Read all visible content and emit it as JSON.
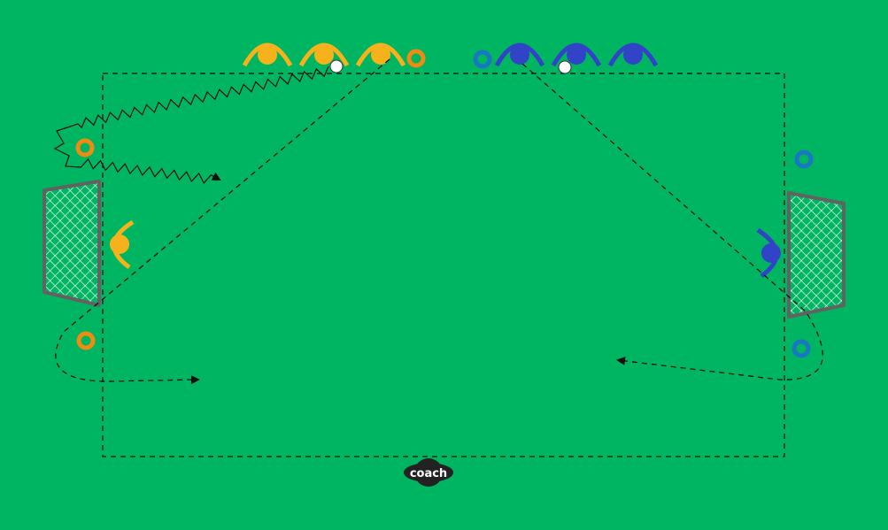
{
  "diagram": {
    "colors": {
      "pitch": "#00b561",
      "team_orange": "#f7b21b",
      "cone_orange": "#ef8a12",
      "team_blue": "#3144c8",
      "cone_blue": "#1a77c4",
      "goal_frame": "#626262",
      "goal_net": "#ffffff",
      "ball": "#ffffff",
      "lines": "#111111",
      "coach": "#222222"
    },
    "field": {
      "border": "dashed"
    },
    "teams": [
      {
        "name": "orange",
        "queue_players": 3,
        "goalkeepers": 1,
        "cones": 3
      },
      {
        "name": "blue",
        "queue_players": 3,
        "goalkeepers": 1,
        "cones": 3
      }
    ],
    "goals": 2,
    "balls": 2,
    "coach": {
      "label": "coach"
    },
    "icons": [
      "player-icon",
      "goalkeeper-icon",
      "cone-icon",
      "ball-icon",
      "goal-icon",
      "coach-icon",
      "arrow-icon"
    ]
  }
}
